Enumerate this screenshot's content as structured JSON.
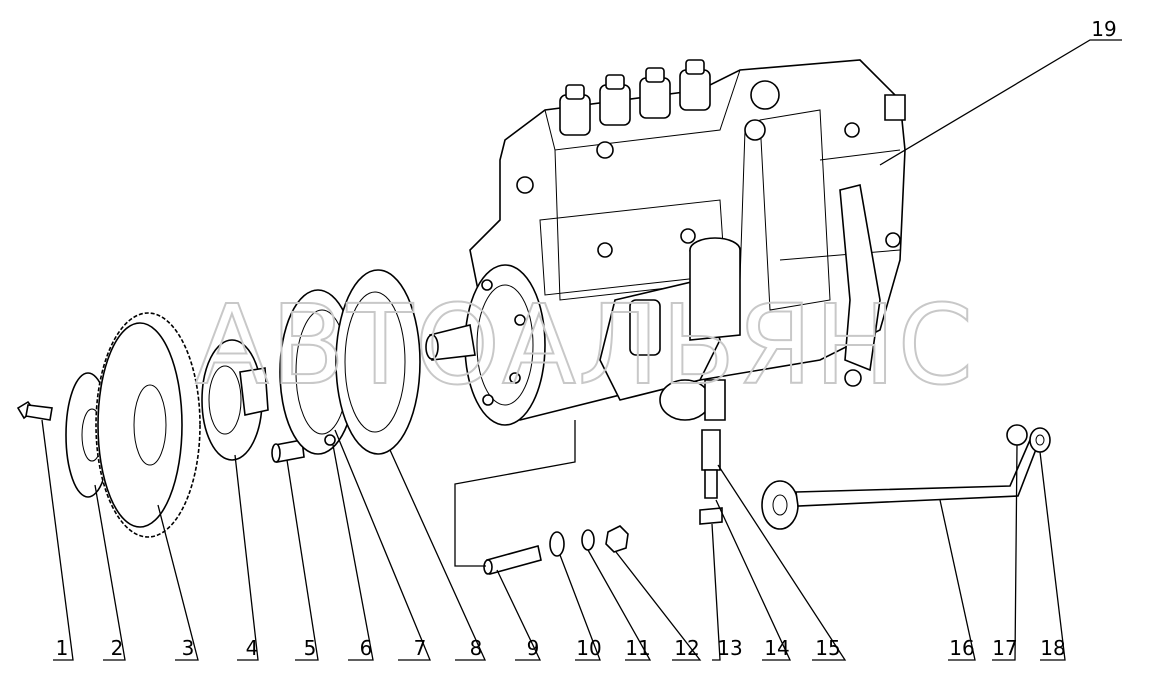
{
  "watermark": "АВТОАЛЬЯНС",
  "callouts": [
    "1",
    "2",
    "3",
    "4",
    "5",
    "6",
    "7",
    "8",
    "9",
    "10",
    "11",
    "12",
    "13",
    "14",
    "15",
    "16",
    "17",
    "18",
    "19"
  ]
}
